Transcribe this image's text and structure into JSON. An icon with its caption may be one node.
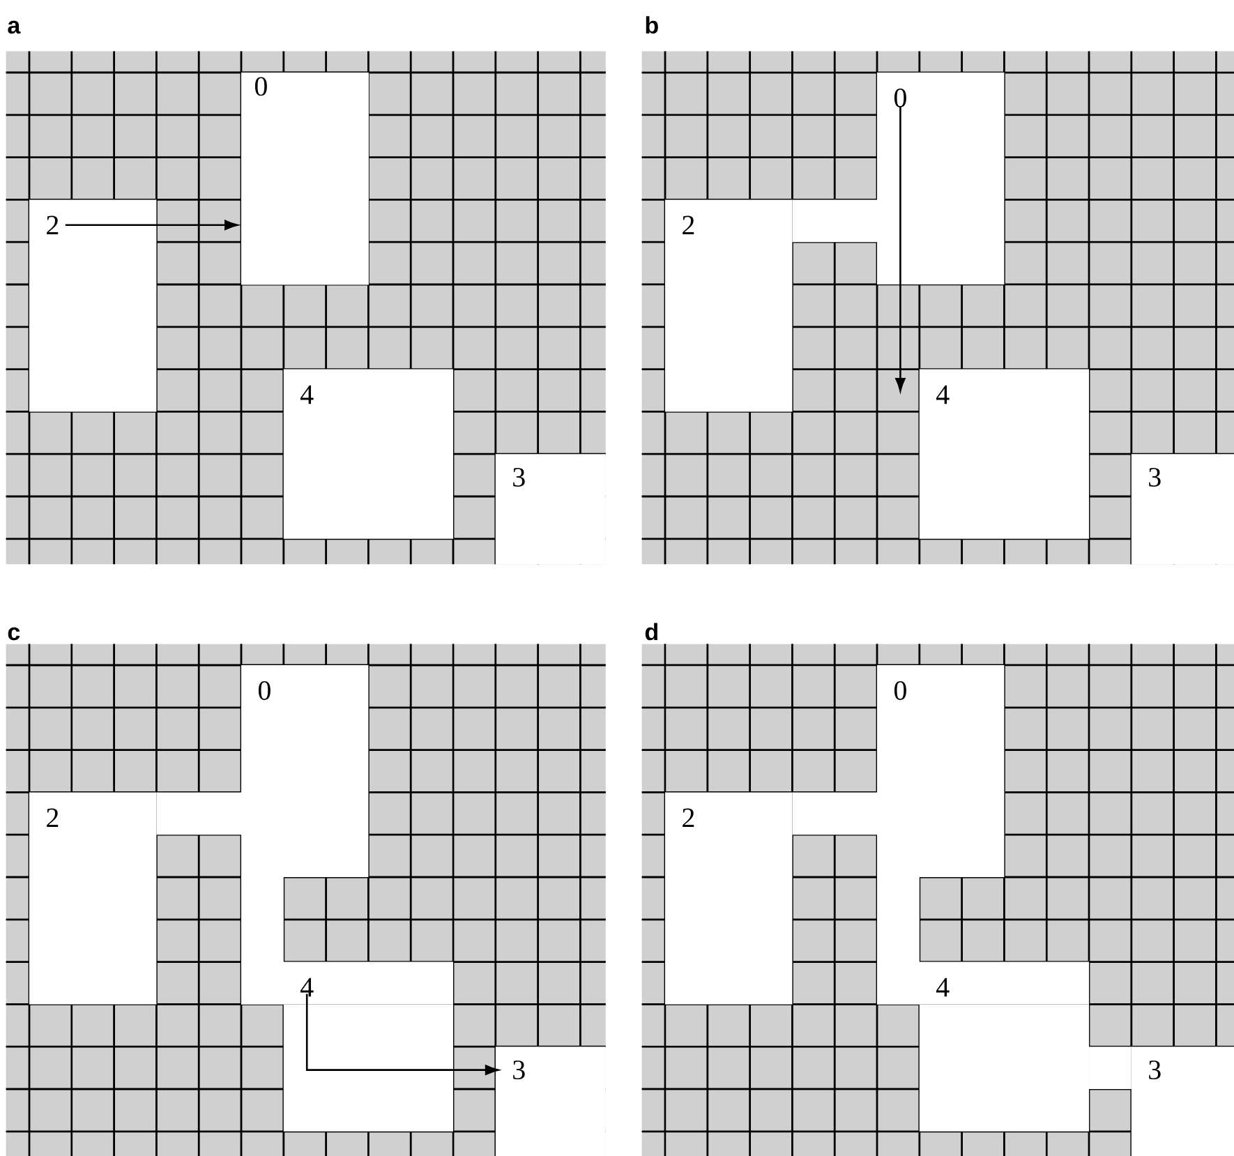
{
  "diagram": {
    "nodes": [
      {
        "text": [
          "0"
        ]
      },
      {
        "text": [
          "2"
        ]
      },
      {
        "text": [
          "4"
        ]
      },
      {
        "text": [
          "3"
        ]
      },
      {
        "text": [
          "0"
        ]
      },
      {
        "text": [
          "2"
        ]
      },
      {
        "text": [
          "4"
        ]
      },
      {
        "text": [
          "3"
        ]
      },
      {
        "text": [
          "0"
        ]
      },
      {
        "text": [
          "2"
        ]
      },
      {
        "text": [
          "4"
        ]
      },
      {
        "text": [
          "3"
        ]
      },
      {
        "text": [
          "0"
        ]
      },
      {
        "text": [
          "2"
        ]
      },
      {
        "text": [
          "4"
        ]
      },
      {
        "text": [
          "3"
        ]
      }
    ],
    "edges": [
      {
        "from": 1,
        "to": 0,
        "arrow": "to"
      },
      {
        "from": 4,
        "to": 6,
        "arrow": "to"
      },
      {
        "from": 10,
        "to": 11,
        "arrow": "to"
      }
    ],
    "labels": [
      "a",
      "b",
      "c",
      "d"
    ]
  }
}
